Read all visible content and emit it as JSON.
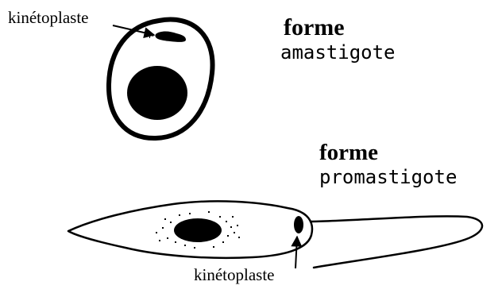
{
  "labels": {
    "kinetoplast_top": "kinétoplaste",
    "amastigote_line1": "forme",
    "amastigote_line2": "amastigote",
    "promastigote_line1": "forme",
    "promastigote_line2": "promastigote",
    "kinetoplast_bottom": "kinétoplaste"
  },
  "colors": {
    "ink": "#000000",
    "background": "#ffffff"
  },
  "icons": {
    "amastigote_cell": "amastigote-cell-drawing",
    "promastigote_cell": "promastigote-cell-drawing",
    "pointer_arrow": "arrow"
  }
}
